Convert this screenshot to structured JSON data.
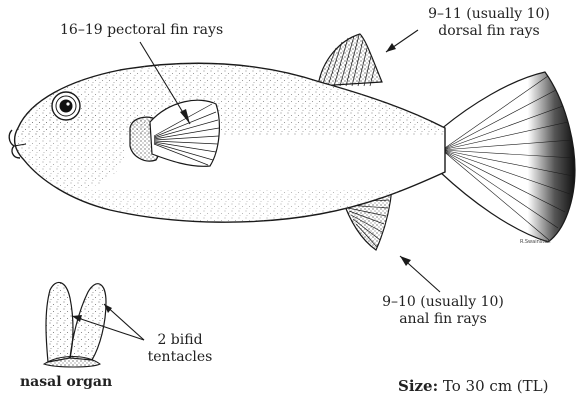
{
  "labels": {
    "pectoral": "16–19 pectoral fin rays",
    "dorsal_line1": "9–11 (usually 10)",
    "dorsal_line2": "dorsal fin rays",
    "anal_line1": "9–10 (usually 10)",
    "anal_line2": "anal fin rays",
    "tentacles_line1": "2 bifid",
    "tentacles_line2": "tentacles",
    "nasal_organ": "nasal organ",
    "size_label": "Size:",
    "size_value": "To 30 cm (TL)"
  },
  "colors": {
    "ink": "#1a1a1a",
    "stipple": "#555555",
    "background": "#ffffff"
  }
}
